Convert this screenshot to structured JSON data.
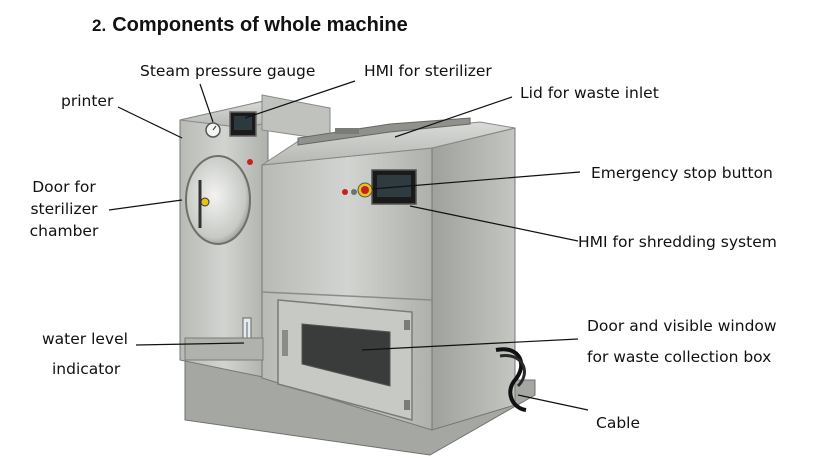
{
  "heading": {
    "number": "2.",
    "title": "Components of whole machine"
  },
  "labels": {
    "printer": "printer",
    "steam_gauge": "Steam pressure gauge",
    "hmi_sterilizer": "HMI for sterilizer",
    "lid_waste": "Lid for waste inlet",
    "door_sterilizer_line1": "Door for",
    "door_sterilizer_line2": "sterilizer",
    "door_sterilizer_line3": "chamber",
    "emergency_stop": "Emergency stop button",
    "hmi_shredding": "HMI for shredding system",
    "water_level_line1": "water level",
    "water_level_line2": "indicator",
    "waste_door_line1": "Door and visible window",
    "waste_door_line2": "for waste collection box",
    "cable": "Cable"
  },
  "colors": {
    "steel_light": "#c9cbc8",
    "steel_mid": "#a9aba7",
    "steel_dark": "#7d7f7b",
    "window": "#3a3c3b",
    "panel_black": "#1a1a1a",
    "stop_yellow": "#e8c21a",
    "stop_red": "#c8201a"
  }
}
